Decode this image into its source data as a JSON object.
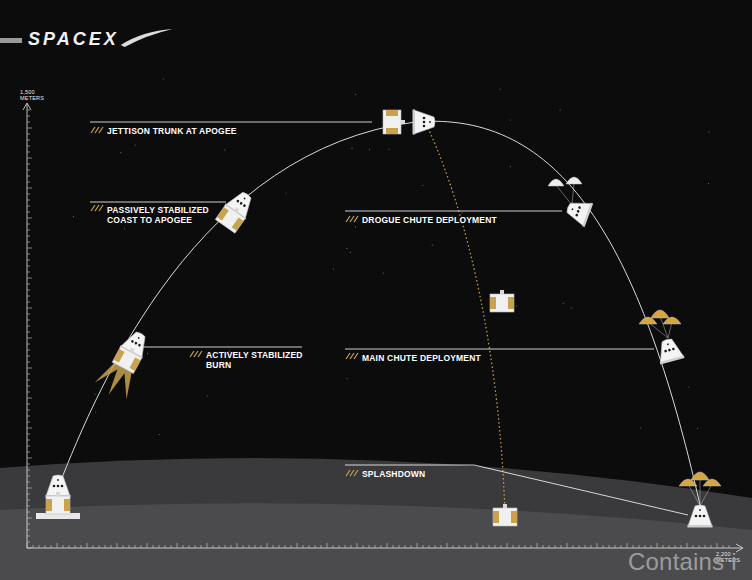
{
  "diagram": {
    "title": "SPACEX",
    "labels": [
      "1,500 METERS",
      "2,200 METERS",
      "JETTISON TRUNK AT APOGEE",
      "PASSIVELY STABILIZED COAST TO APOGEE",
      "ACTIVELY STABILIZED BURN",
      "DROGUE CHUTE DEPLOYMENT",
      "MAIN CHUTE DEPLOYMENT",
      "SPLASHDOWN",
      "Contains i"
    ]
  }
}
